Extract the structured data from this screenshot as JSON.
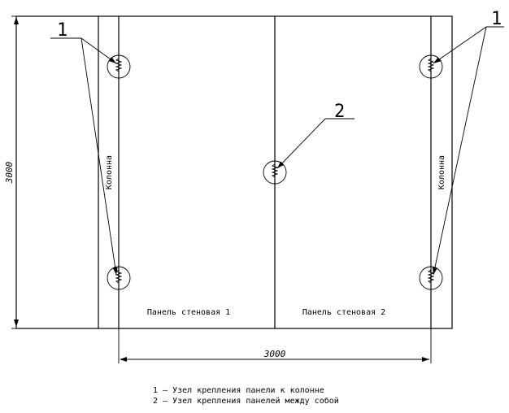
{
  "panels": [
    {
      "label": "Панель стеновая 1"
    },
    {
      "label": "Панель стеновая 2"
    }
  ],
  "columns": [
    {
      "label": "Колонна"
    },
    {
      "label": "Колонна"
    }
  ],
  "dimensions": {
    "height": "3000",
    "width": "3000"
  },
  "callouts": [
    {
      "number": "1"
    },
    {
      "number": "2"
    },
    {
      "number": "1"
    }
  ],
  "legend": [
    "1 – Узел крепления панели к колонне",
    "2 – Узел крепления панелей между собой"
  ]
}
